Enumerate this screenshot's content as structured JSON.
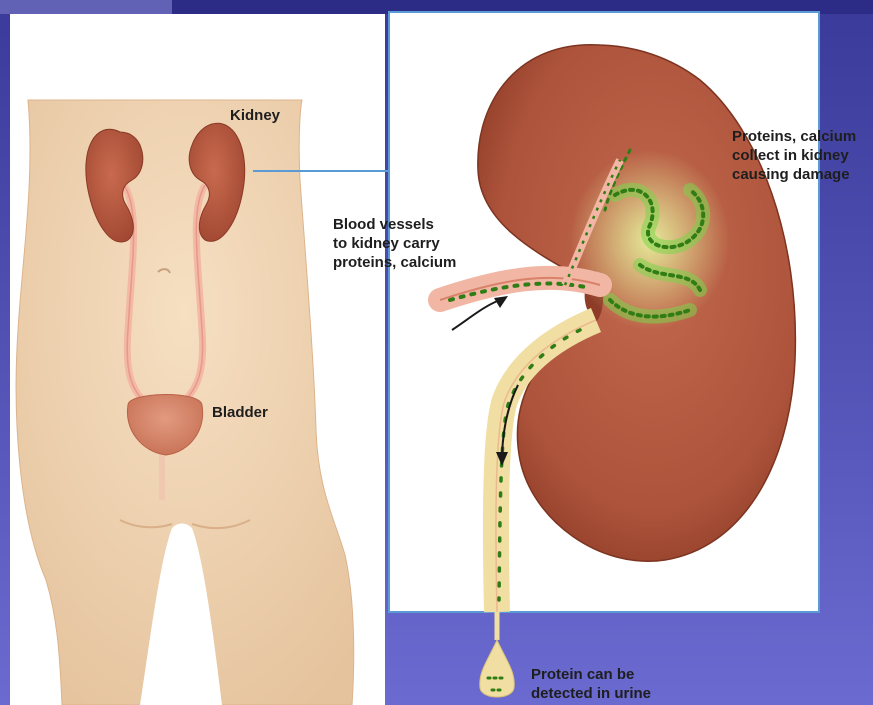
{
  "labels": {
    "kidney": "Kidney",
    "bladder": "Bladder",
    "blood_vessels": [
      "Blood vessels",
      "to kidney carry",
      "proteins, calcium"
    ],
    "proteins_collect": [
      "Proteins, calcium",
      "collect in kidney",
      "causing damage"
    ],
    "protein_urine": [
      "Protein can be",
      "detected in urine"
    ]
  },
  "colors": {
    "slide_background": "#4a4aa6",
    "skin": "#f1d6b5",
    "kidney": "#b4573e",
    "bladder": "#d98b70",
    "callout_frame": "#5b9bd5",
    "protein_particles": "#3d8f1e",
    "urine": "#f1dea2"
  }
}
